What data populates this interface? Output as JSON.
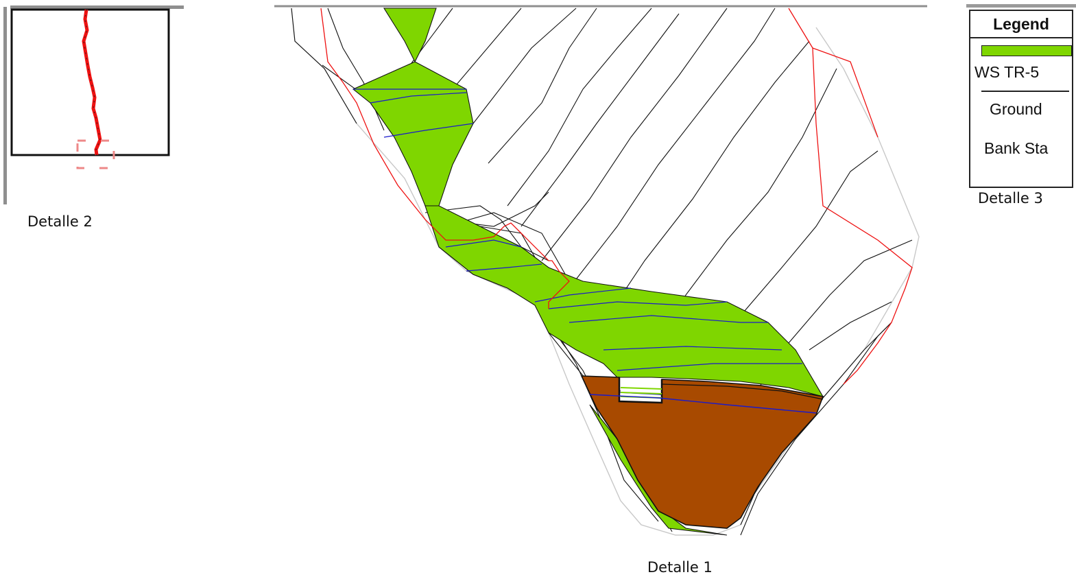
{
  "captions": {
    "detalle1": "Detalle 1",
    "detalle2": "Detalle 2",
    "detalle3": "Detalle 3"
  },
  "legend": {
    "title": "Legend",
    "ws_label": "WS TR-5",
    "ground_label": "Ground",
    "bank_label": "Bank Sta"
  },
  "colors": {
    "water_surface": "#7fd600",
    "fill_brown": "#a84a00",
    "ground_line": "#000000",
    "bank_station": "#ff0000",
    "wse_line": "#1a1acc"
  }
}
